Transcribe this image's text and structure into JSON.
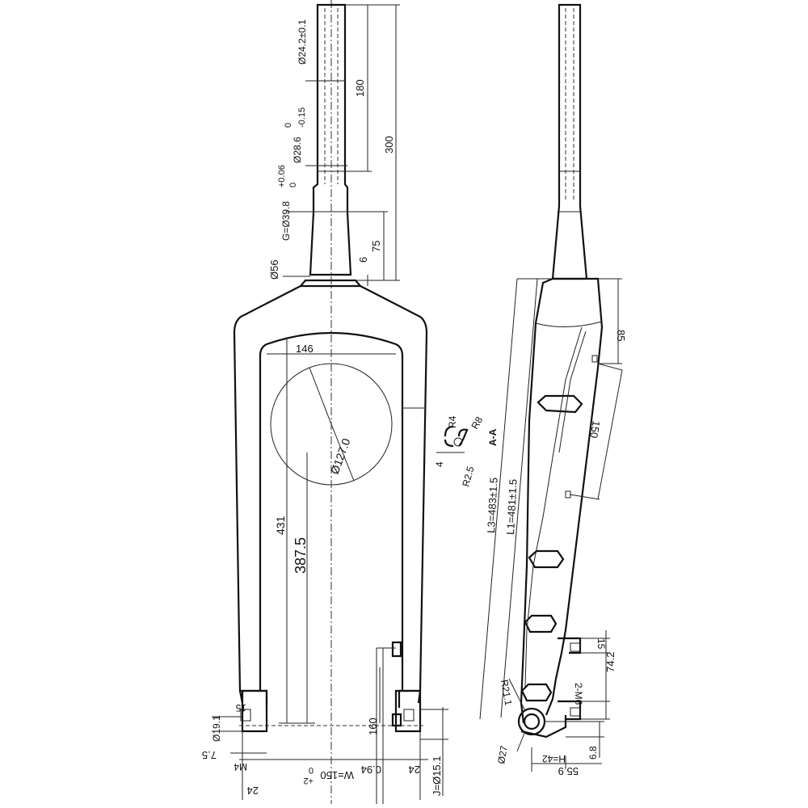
{
  "drawing": {
    "section_label": "A-A",
    "front_view": {
      "dimensions": {
        "steerer_top_dia": "Ø24.2±0.1",
        "steerer_top_len": "180",
        "steerer_total_len": "300",
        "steerer_mid_dia": "Ø28.6",
        "steerer_mid_tol_upper": "0",
        "steerer_mid_tol_lower": "-0.15",
        "crown_race_dia": "G=Ø39.8",
        "crown_race_tol_upper": "+0.06",
        "crown_race_tol_lower": "0",
        "taper_len": "75",
        "race_height": "6",
        "crown_dia": "Ø56",
        "crown_clearance_width": "146",
        "tire_clearance_dia": "Ø127.0",
        "crown_to_axle_outer": "431",
        "crown_to_axle_inner": "387.5",
        "axle_to_mount": "160",
        "mount_offset": "0.94",
        "dropout_boss_width": "24",
        "hub_spacing": "W=150",
        "hub_spacing_tol_upper": "+2",
        "hub_spacing_tol_lower": "0",
        "axle_dia": "J=Ø15.1",
        "dropout_dia": "Ø19.1",
        "dropout_depth": "7.5",
        "thread": "M4",
        "dropout_width": "24",
        "dropout_height": "15"
      }
    },
    "side_view": {
      "dimensions": {
        "length_l3": "L3=483±1.5",
        "length_l1": "L1=481±1.5",
        "crown_height": "85",
        "guide_span": "150",
        "boss_spacing": "15",
        "mount_thread": "2-M6",
        "mount_span": "74.2",
        "dropout_radius": "R21.1",
        "dropout_outer_dia": "Ø27",
        "axle_height": "H=42",
        "axle_offset": "6.8",
        "rake": "55.9"
      }
    },
    "section_detail": {
      "radius_small": "R4",
      "radius_large": "R8",
      "radius_fillet": "R2.5",
      "depth": "4"
    }
  }
}
